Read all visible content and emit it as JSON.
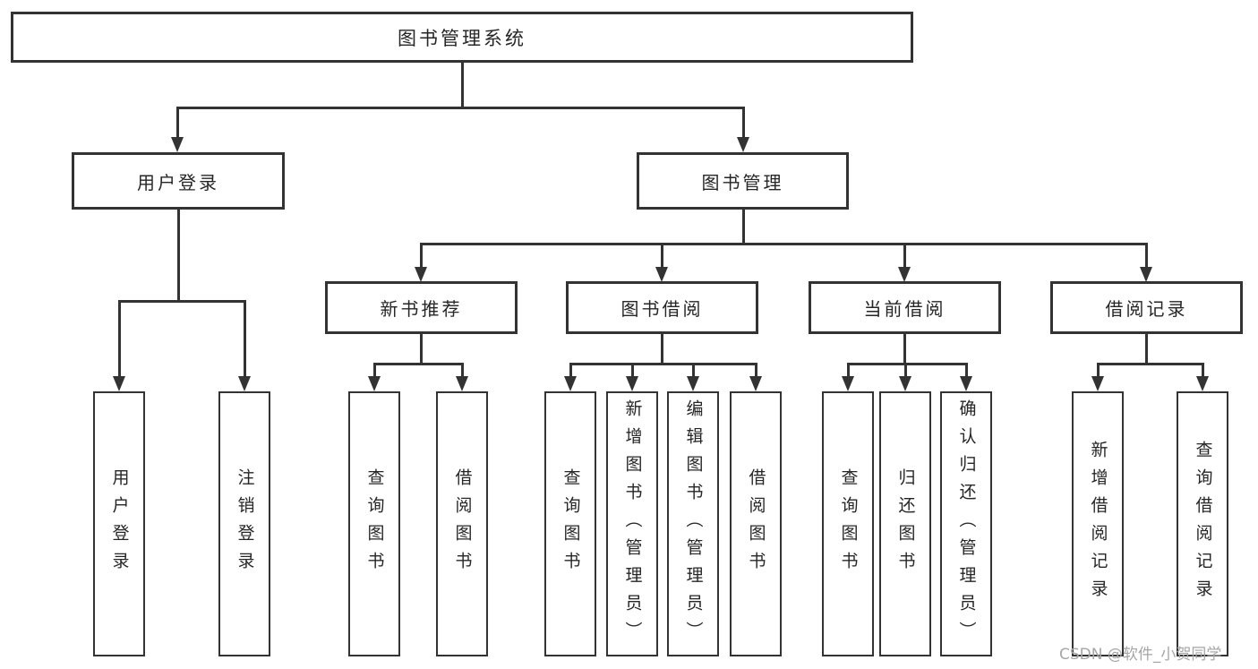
{
  "colors": {
    "line": "#333333",
    "text": "#262626",
    "background": "#ffffff",
    "watermark": "#a6a6a6"
  },
  "nodes": {
    "root": "图书管理系统",
    "user_login": "用户登录",
    "book_management": "图书管理",
    "new_book_recommend": "新书推荐",
    "book_borrow": "图书借阅",
    "current_borrow": "当前借阅",
    "borrow_records": "借阅记录",
    "ul_user_login": "用户登录",
    "ul_logout": "注销登录",
    "nb_query_book": "查询图书",
    "nb_borrow_book": "借阅图书",
    "bb_query_book": "查询图书",
    "bb_add_book": "新增图书（管理员）",
    "bb_edit_book": "编辑图书（管理员）",
    "bb_borrow_book": "借阅图书",
    "cb_query_book": "查询图书",
    "cb_return_book": "归还图书",
    "cb_confirm_return": "确认归还（管理员）",
    "br_add_record": "新增借阅记录",
    "br_query_record": "查询借阅记录"
  },
  "watermark": "CSDN @软件_小贺同学"
}
